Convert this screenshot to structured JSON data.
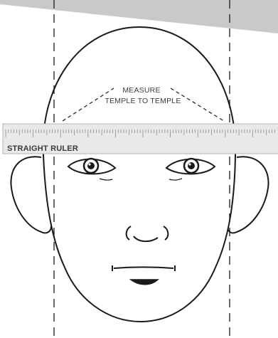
{
  "annotation": {
    "line1": "MEASURE",
    "line2": "TEMPLE TO TEMPLE"
  },
  "ruler": {
    "label": "STRAIGHT RULER"
  },
  "colors": {
    "ruler_fill": "#e9e9e9",
    "ruler_stroke": "#b5b5b5",
    "shadow": "#c9c9c9",
    "line": "#1a1a1a"
  }
}
